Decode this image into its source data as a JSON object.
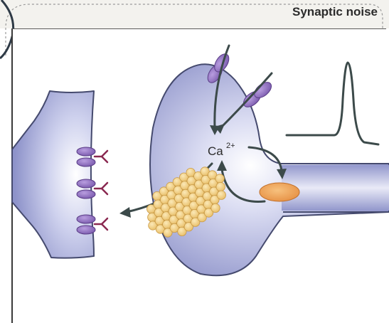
{
  "panel": {
    "title": "Synaptic noise"
  },
  "diagram": {
    "ion_label": "Ca",
    "ion_charge": "2+"
  },
  "colors": {
    "membrane_fill": "#9ea3d6",
    "membrane_stroke": "#454a6e",
    "channel": "#8a6bbd",
    "receptor_tail": "#8a2850",
    "vesicle": "#f2cf84",
    "organelle": "#ee9c52",
    "arrow": "#3c4a4a",
    "header_bg": "#f3f2ee"
  }
}
